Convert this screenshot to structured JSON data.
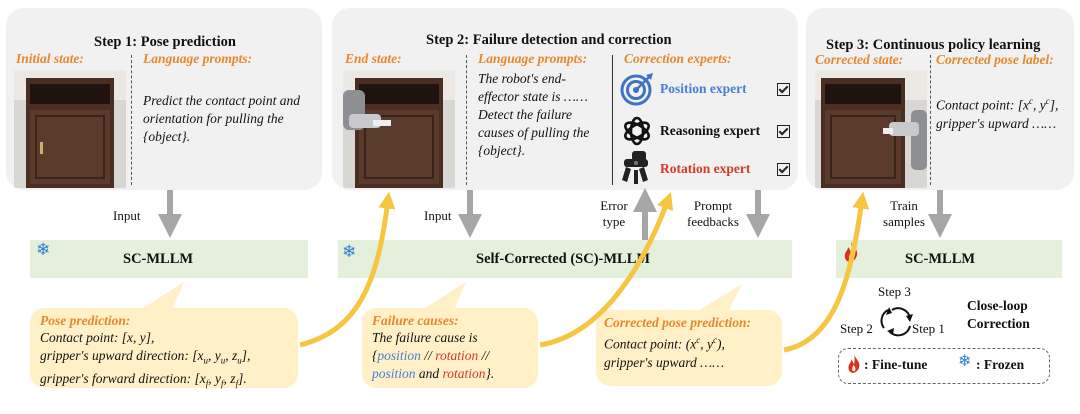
{
  "step1": {
    "title": "Step 1: Pose prediction",
    "initial_state": "Initial state:",
    "language_prompts": "Language prompts:",
    "prompt_text": "Predict the contact point and orientation for pulling the {object}.",
    "input_label": "Input",
    "mllm_label": "SC-MLLM",
    "bubble_title": "Pose prediction:",
    "bubble_line1": "Contact point: [x, y],",
    "bubble_line2": "gripper's upward direction: [x",
    "bubble_line2_sub": "u",
    "bubble_line3": "gripper's forward direction: [x",
    "bubble_line3_sub": "f"
  },
  "step2": {
    "title": "Step 2: Failure detection and correction",
    "end_state": "End state:",
    "language_prompts": "Language prompts:",
    "prompt_text": "The robot's end-effector state is …… Detect the failure causes of pulling the {object}.",
    "correction_experts": "Correction experts:",
    "experts": [
      {
        "name": "Position expert",
        "color": "#4a7ed0",
        "icon": "target-icon"
      },
      {
        "name": "Reasoning expert",
        "color": "#111111",
        "icon": "openai-icon"
      },
      {
        "name": "Rotation expert",
        "color": "#d33a2c",
        "icon": "robot-gripper-icon"
      }
    ],
    "input_label": "Input",
    "error_type_label": "Error type",
    "prompt_feedbacks_label": "Prompt feedbacks",
    "mllm_label": "Self-Corrected (SC)-MLLM",
    "bubble_title": "Failure causes:",
    "bubble_line1": "The failure cause is",
    "bubble_pos": "position",
    "bubble_sep": " // ",
    "bubble_rot": "rotation",
    "bubble_sep2": " //",
    "bubble_and": " and ",
    "bubble_end": "}.",
    "bubble_open": "{"
  },
  "step3": {
    "title": "Step 3: Continuous policy learning",
    "corrected_state": "Corrected state:",
    "corrected_pose_label": "Corrected pose label:",
    "label_text1": "Contact point: [x",
    "label_text2": "gripper's upward ……",
    "train_samples_label": "Train samples",
    "mllm_label": "SC-MLLM",
    "bubble_title": "Corrected pose prediction:",
    "bubble_line1": "Contact point: (x",
    "bubble_line2": "gripper's upward ……",
    "cycle": {
      "step1": "Step 1",
      "step2": "Step 2",
      "step3": "Step 3"
    },
    "close_loop": "Close-loop",
    "correction": "Correction"
  },
  "legend": {
    "finetune": "Fine-tune",
    "frozen": "Frozen",
    "sep": ":"
  },
  "colors": {
    "panel": "#f1f1f1",
    "bar": "#e4f0dc",
    "bubble": "#fff0c8",
    "orange": "#e8872d",
    "arrow_gray": "#a6a6a6",
    "arrow_yellow": "#f6c542"
  }
}
